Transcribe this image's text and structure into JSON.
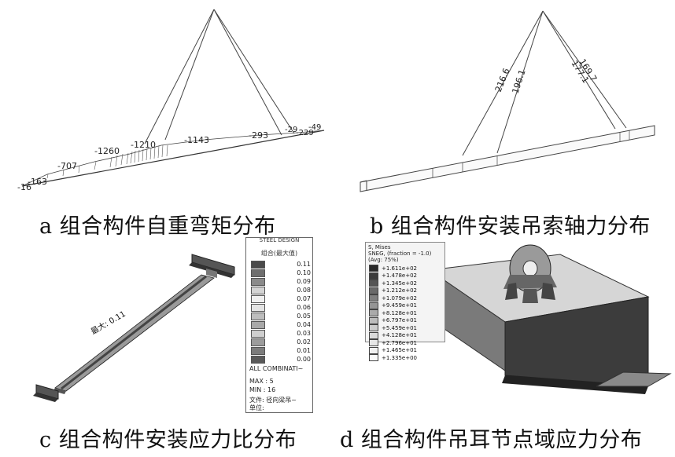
{
  "captions": {
    "a": "a 组合构件自重弯矩分布",
    "b": "b 组合构件安装吊索轴力分布",
    "c": "c 组合构件安装应力比分布",
    "d": "d 组合构件吊耳节点域应力分布"
  },
  "panel_a": {
    "labels": [
      "-16",
      "-163",
      "-707",
      "-1260",
      "-1210",
      "-1143",
      "-293",
      "-29",
      "-229",
      "-49"
    ]
  },
  "panel_b": {
    "labels": [
      "216.6",
      "196.1",
      "169.7",
      "177.1"
    ]
  },
  "panel_c": {
    "header": "STEEL DESIGN",
    "legend_title": "组合(最大值)",
    "scale": [
      "0.11",
      "0.10",
      "0.09",
      "0.08",
      "0.07",
      "0.06",
      "0.05",
      "0.04",
      "0.03",
      "0.02",
      "0.01",
      "0.00"
    ],
    "combo": "ALL COMBINATI~",
    "max": "MAX : 5",
    "min": "MIN : 16",
    "file": "文件: 径向梁吊~",
    "unit": "单位:",
    "annotation": "最大: 0.11"
  },
  "panel_d": {
    "header_lines": [
      "S, Mises",
      "SNEG, (fraction = -1.0)",
      "(Avg: 75%)"
    ],
    "scale": [
      "+1.611e+02",
      "+1.478e+02",
      "+1.345e+02",
      "+1.212e+02",
      "+1.079e+02",
      "+9.459e+01",
      "+8.128e+01",
      "+6.797e+01",
      "+5.459e+01",
      "+4.128e+01",
      "+2.796e+01",
      "+1.465e+01",
      "+1.335e+00"
    ]
  },
  "colors": {
    "background": "#ffffff",
    "line": "#333333"
  }
}
